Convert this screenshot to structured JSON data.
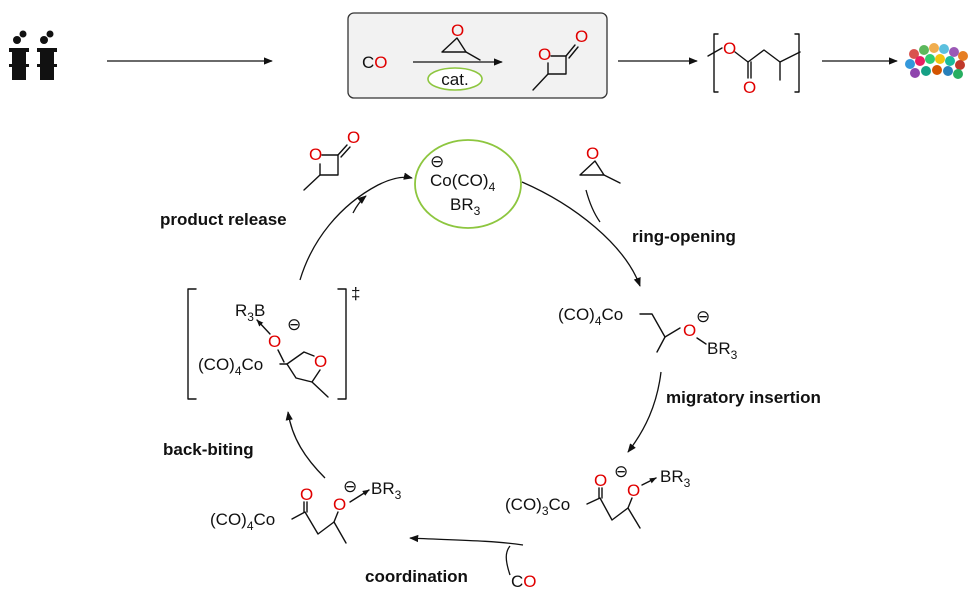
{
  "top_scheme": {
    "co_label": "C",
    "co_o": "O",
    "catalyst_label": "cat.",
    "lactone_o_ring": "O",
    "lactone_o_carbonyl": "O",
    "polymer_o_ester": "O",
    "polymer_o_carbonyl": "O"
  },
  "catalyst": {
    "line1_main": "Co(CO)",
    "line1_sub": "4",
    "line2_main": "BR",
    "line2_sub": "3",
    "charge": "⊖"
  },
  "cycle_labels": {
    "product_release": "product release",
    "ring_opening": "ring-opening",
    "migratory_insertion": "migratory insertion",
    "coordination": "coordination",
    "back_biting": "back-biting"
  },
  "intermediates": {
    "alkoxide": {
      "co_part": "(CO)",
      "co_sub": "4",
      "co_suffix": "Co",
      "o_label": "O",
      "br": "BR",
      "br_sub": "3",
      "charge": "⊖"
    },
    "acyl_co3": {
      "co_part": "(CO)",
      "co_sub": "3",
      "co_suffix": "Co",
      "o_carbonyl": "O",
      "o_alkoxide": "O",
      "br": "BR",
      "br_sub": "3",
      "charge": "⊖"
    },
    "acyl_co4": {
      "co_part": "(CO)",
      "co_sub": "4",
      "co_suffix": "Co",
      "o_carbonyl": "O",
      "o_alkoxide": "O",
      "br": "BR",
      "br_sub": "3",
      "charge": "⊖"
    },
    "transition_state": {
      "r3b": "R",
      "r3b_sub": "3",
      "r3b_suffix": "B",
      "o_top": "O",
      "o_ring": "O",
      "co_part": "(CO)",
      "co_sub": "4",
      "co_suffix": "Co",
      "charge": "⊖",
      "dagger": "‡"
    }
  },
  "incoming_co": {
    "c": "C",
    "o": "O"
  },
  "colors": {
    "oxygen": "#e00000",
    "catalyst_circle": "#8dc63f",
    "box_fill": "#f2f2f2",
    "box_stroke": "#333333"
  },
  "icons": [
    "factory-icon",
    "polymer-products-icon"
  ]
}
